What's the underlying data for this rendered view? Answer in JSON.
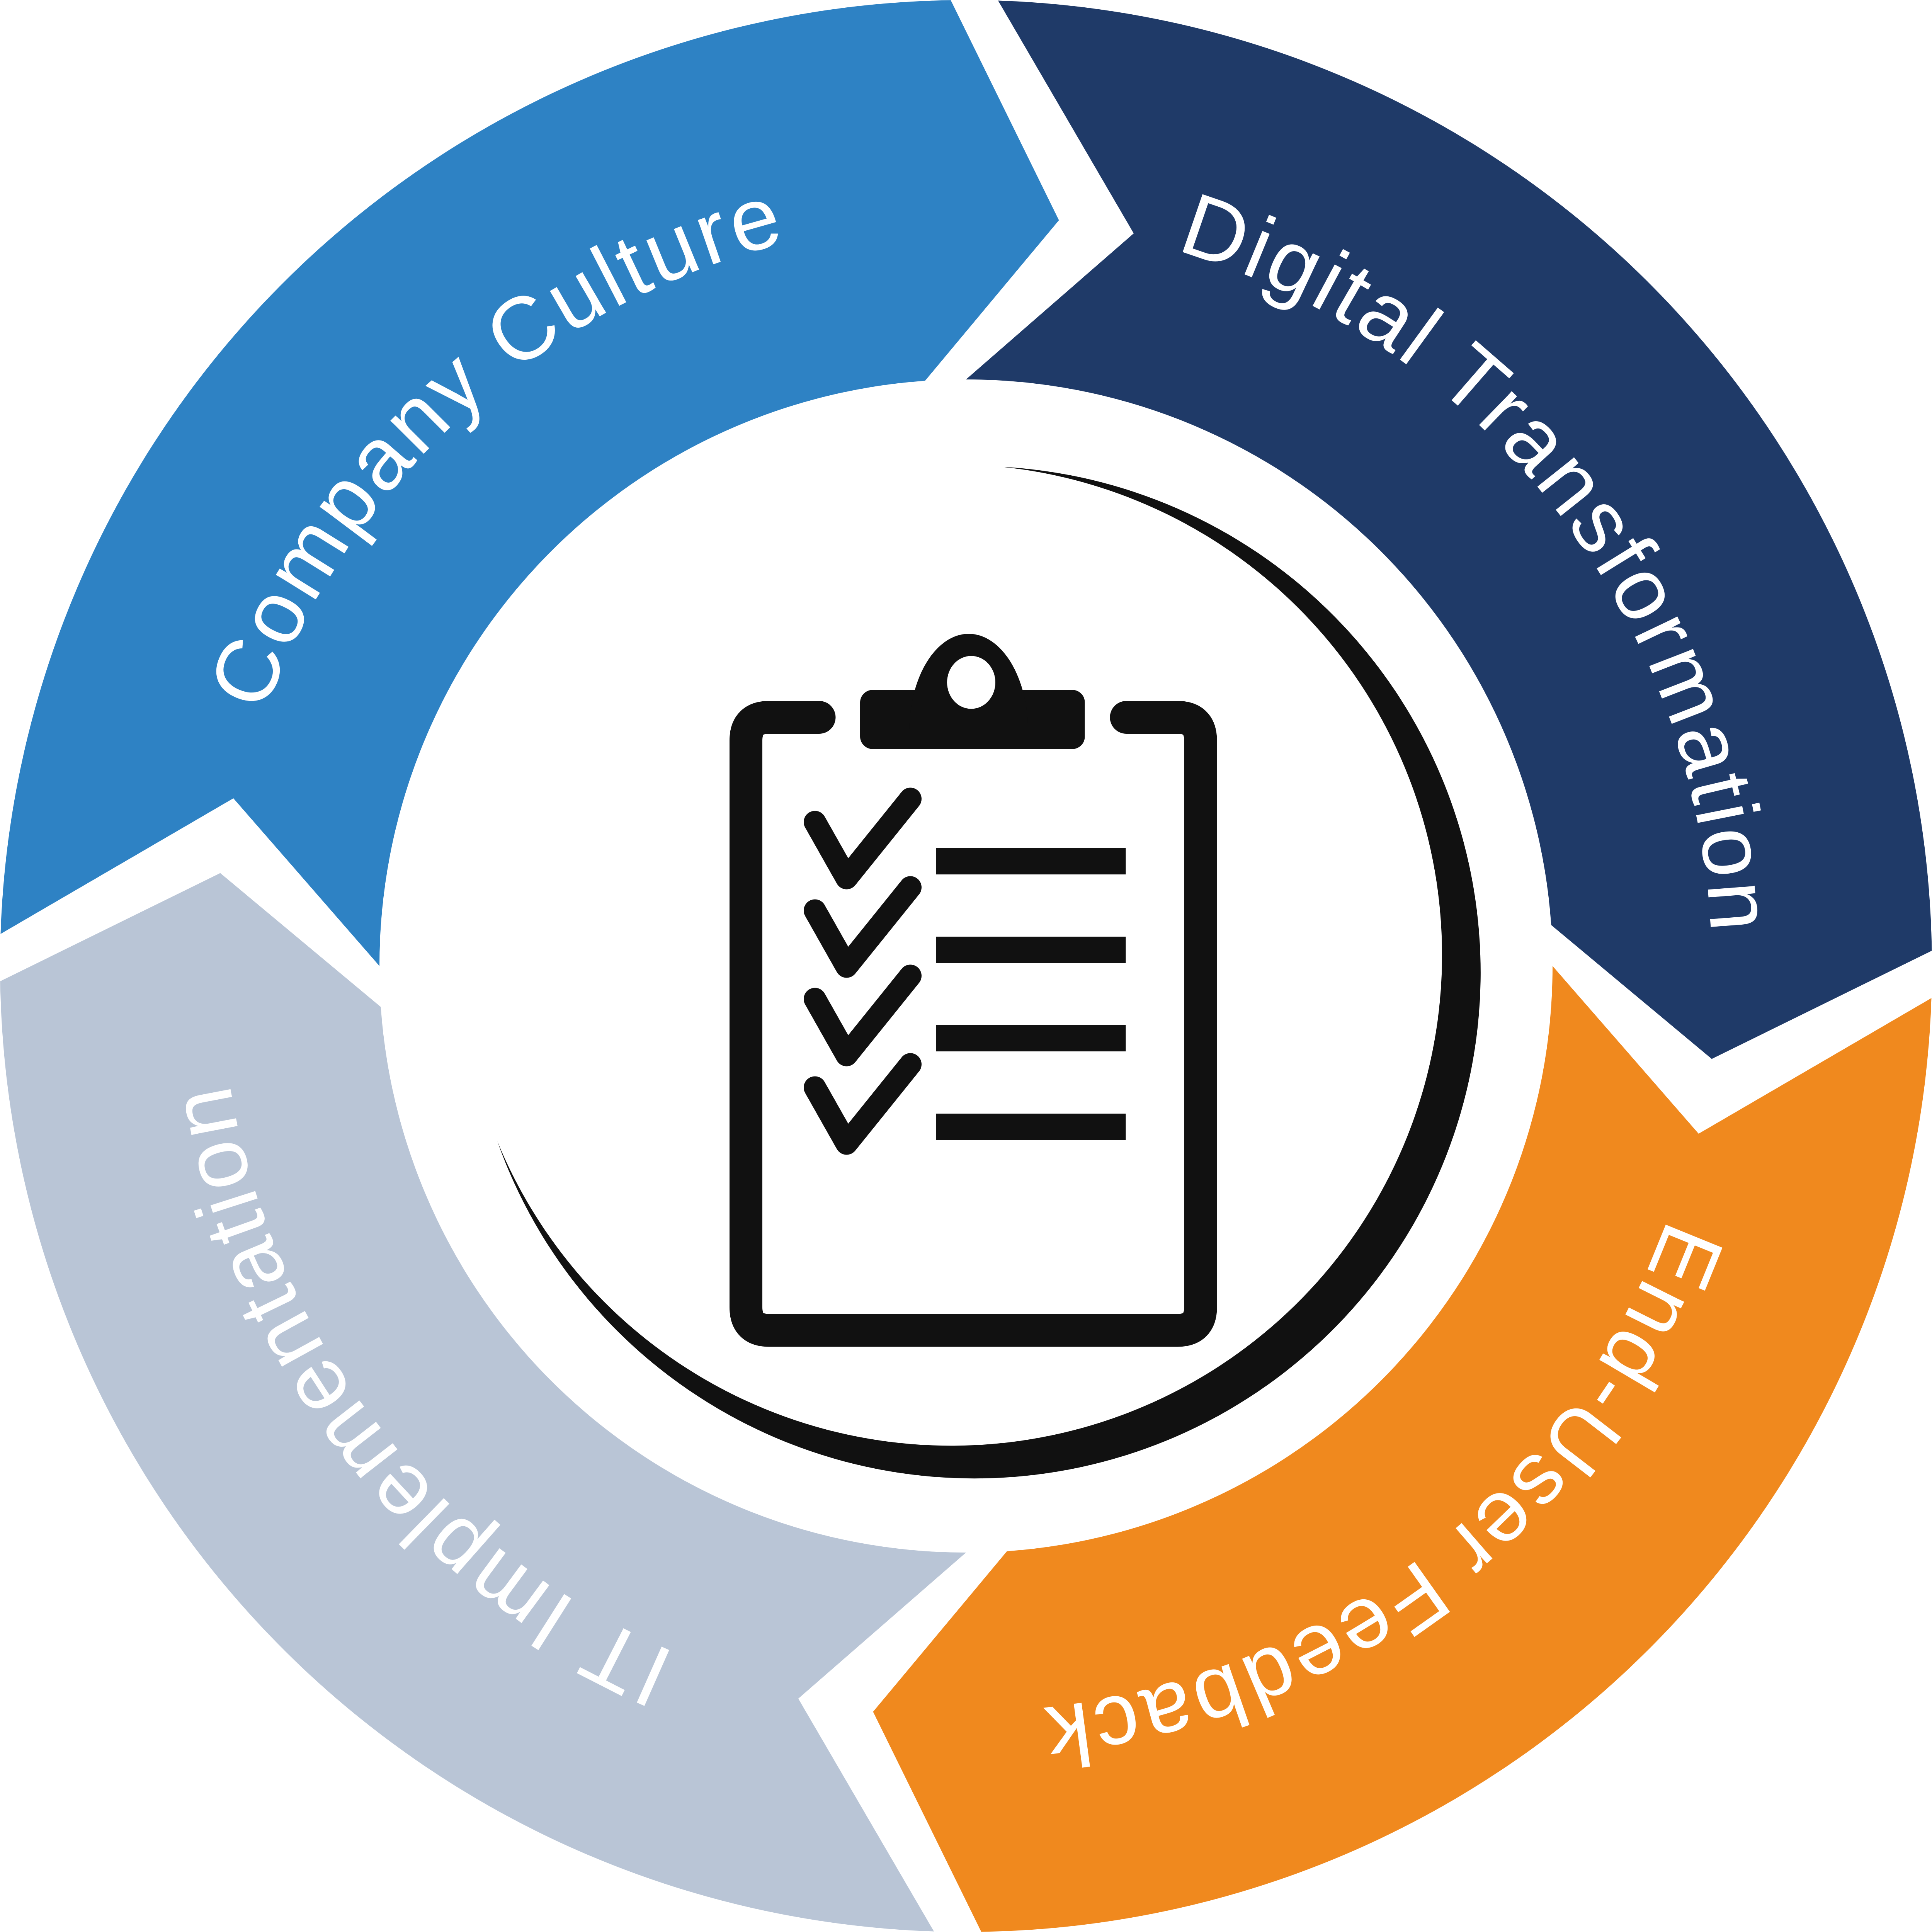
{
  "diagram": {
    "type": "cycle-diagram",
    "flow_direction": "clockwise",
    "background_color": "#FFFFFF",
    "divider_color": "#FFFFFF",
    "label_color": "#FFFFFF",
    "segments": [
      {
        "name": "company-culture",
        "label": "Company Culture",
        "color": "#2E82C4",
        "position": "top-left"
      },
      {
        "name": "digital-transformation",
        "label": "Digital Transformation",
        "color": "#1F3A68",
        "position": "top-right"
      },
      {
        "name": "end-user-feedback",
        "label": "End-User Feedback",
        "color": "#F0891E",
        "position": "bottom-right"
      },
      {
        "name": "it-implementation",
        "label": "IT Implementation",
        "color": "#B9C5D6",
        "position": "bottom-left"
      }
    ],
    "center": {
      "icon": "clipboard-checklist-icon",
      "icon_color": "#111111",
      "accent_arc_color": "#111111",
      "checklist_rows": 4
    }
  }
}
